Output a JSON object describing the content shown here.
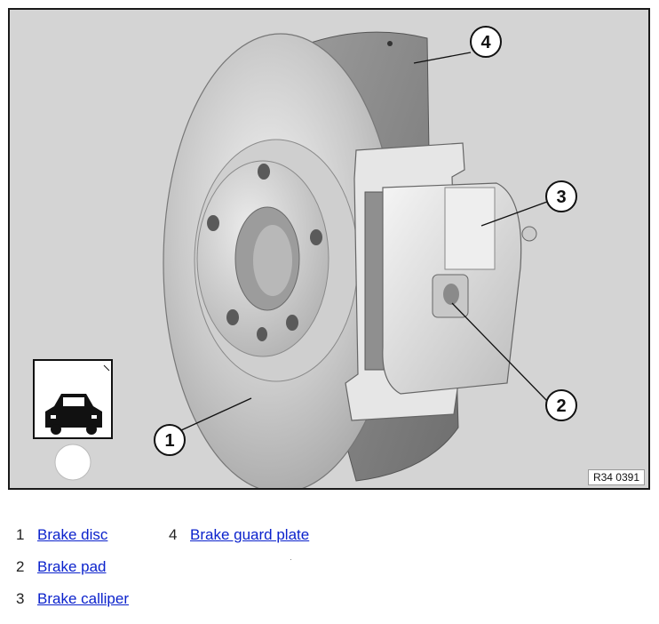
{
  "figure": {
    "reference_code": "R34 0391",
    "callouts": [
      "1",
      "2",
      "3",
      "4"
    ]
  },
  "legend": [
    {
      "number": "1",
      "label": "Brake disc"
    },
    {
      "number": "2",
      "label": "Brake pad"
    },
    {
      "number": "3",
      "label": "Brake calliper"
    },
    {
      "number": "4",
      "label": "Brake guard plate"
    }
  ]
}
